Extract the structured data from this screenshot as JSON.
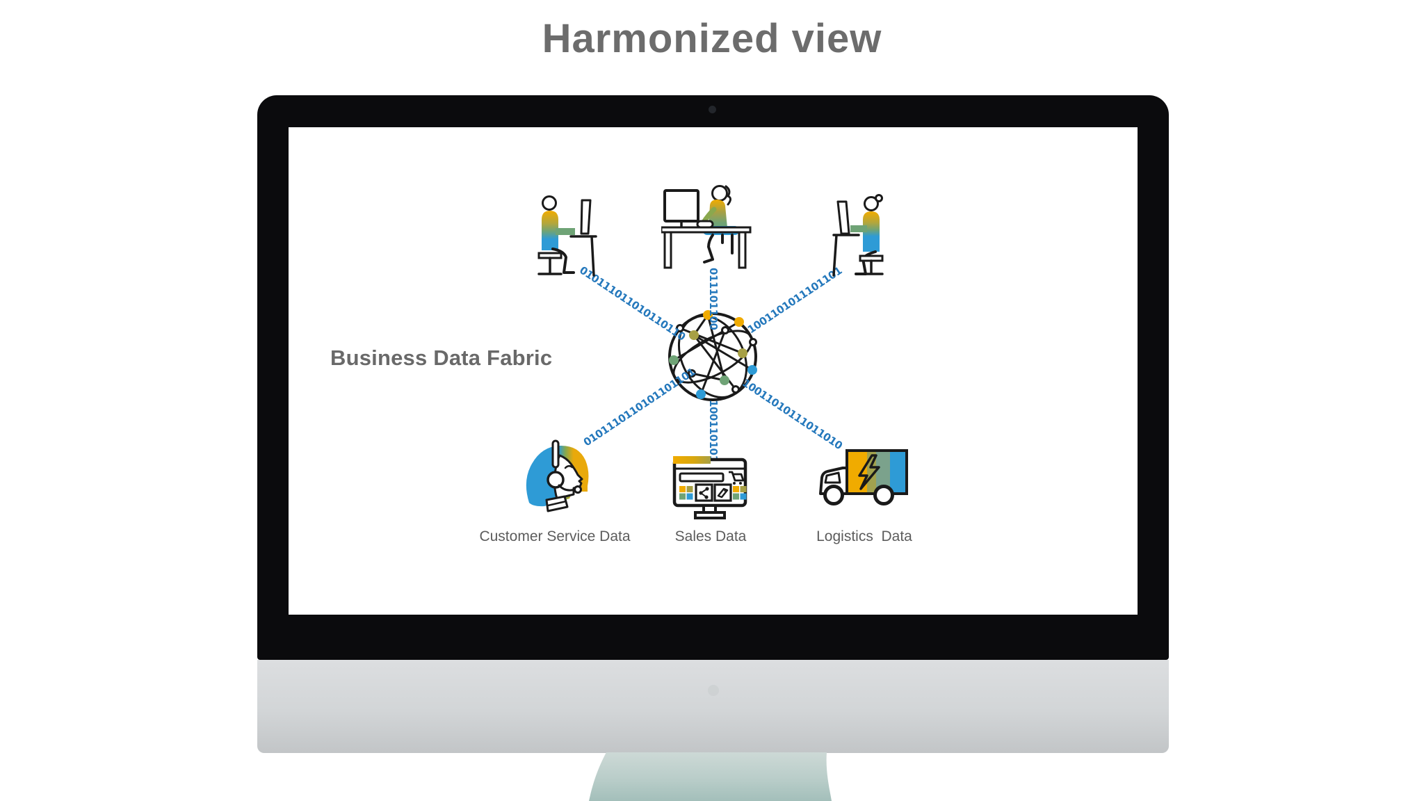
{
  "page": {
    "title": "Harmonized view"
  },
  "screen": {
    "center_label": "Business Data Fabric",
    "hub": {
      "name": "data-network-globe"
    },
    "consumers": [
      {
        "id": "analyst-left",
        "type": "person-at-desk"
      },
      {
        "id": "analyst-center",
        "type": "person-at-desk"
      },
      {
        "id": "analyst-right",
        "type": "person-at-desk"
      }
    ],
    "sources": [
      {
        "id": "customer-service",
        "label": "Customer Service Data"
      },
      {
        "id": "sales",
        "label": "Sales Data"
      },
      {
        "id": "logistics",
        "label": "Logistics  Data"
      }
    ],
    "streams": {
      "top_left": "010111011010110110",
      "top_center": "011101100",
      "top_right": "1001101011101101",
      "bottom_left": "0101110110101101101",
      "bottom_center": "100110101",
      "bottom_right": "10011010111011010"
    }
  },
  "colors": {
    "sap_gold": "#F0AB00",
    "olive": "#A7A045",
    "leaf_green": "#6FA376",
    "sky_blue": "#2E9BD6",
    "binary_blue": "#2478BC",
    "outline_black": "#1A1A1A",
    "title_gray": "#6C6C6C",
    "label_gray": "#5C5C5C",
    "bezel_black": "#0B0B0D",
    "chin_silver": "#D3D6D8",
    "stand_teal": "#BCCFCB"
  }
}
